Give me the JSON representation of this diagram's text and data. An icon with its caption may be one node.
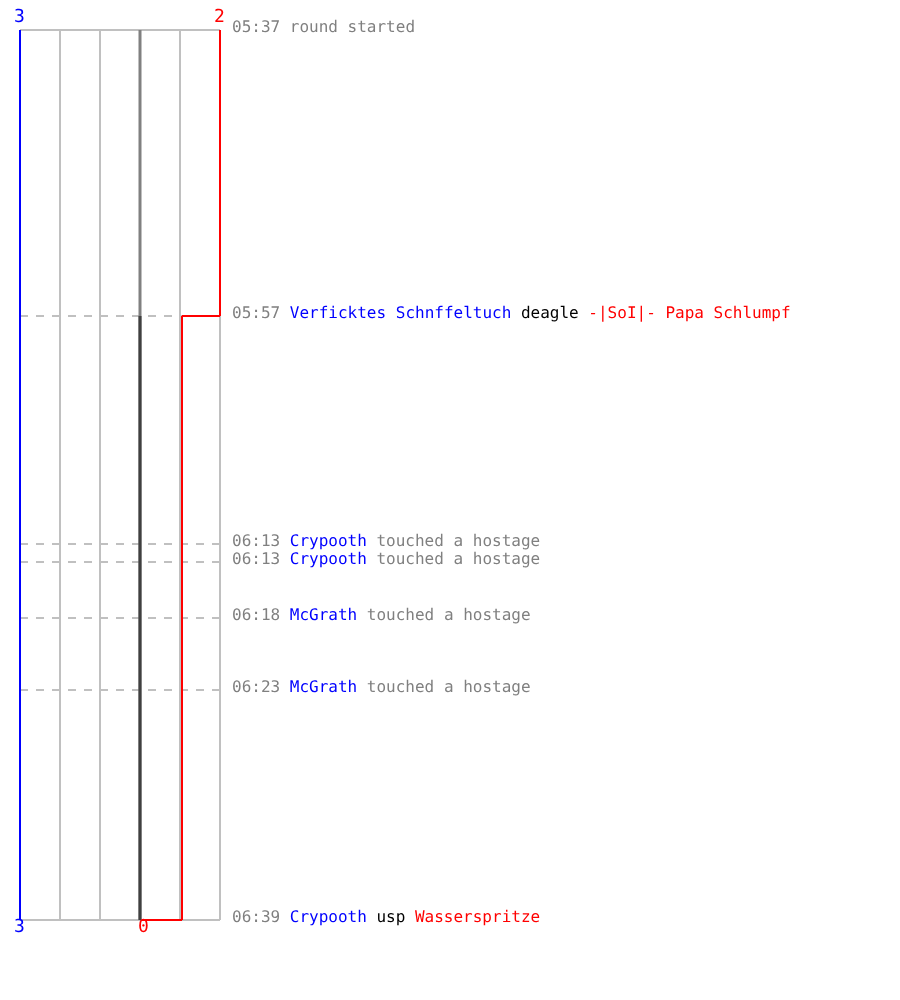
{
  "diagram": {
    "labels": [
      "3",
      "2",
      "05:37",
      "round started",
      "05:57",
      "Verficktes Schnffeltuch",
      "deagle",
      "-|SoI|- Papa Schlumpf",
      "06:13",
      "Crypooth",
      "touched a hostage",
      "06:13",
      "Crypooth",
      "touched a hostage",
      "06:18",
      "McGrath",
      "touched a hostage",
      "06:23",
      "McGrath",
      "touched a hostage",
      "3",
      "0",
      "06:39",
      "Crypooth",
      "usp",
      "Wasserspritze"
    ]
  }
}
